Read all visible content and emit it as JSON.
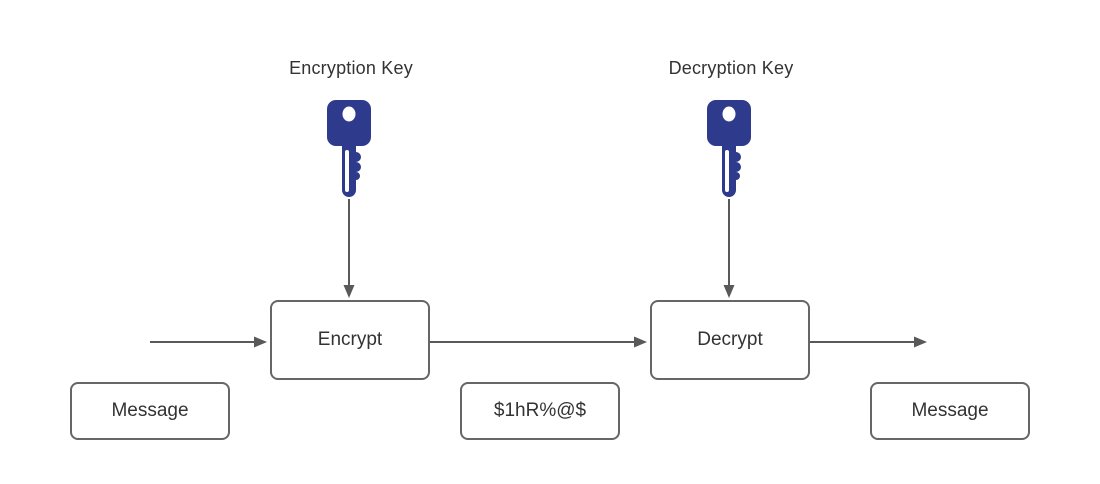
{
  "diagram": {
    "labels": {
      "encryption_key": "Encryption Key",
      "decryption_key": "Decryption Key"
    },
    "nodes": {
      "encrypt": "Encrypt",
      "decrypt": "Decrypt",
      "message_input": "Message",
      "ciphertext": "$1hR%@$",
      "message_output": "Message"
    },
    "icons": {
      "encryption_key": "key-icon",
      "decryption_key": "key-icon"
    },
    "colors": {
      "key_fill": "#2e3a8c",
      "line": "#595959",
      "box_border": "#666666",
      "text": "#333333",
      "background": "#ffffff"
    }
  }
}
